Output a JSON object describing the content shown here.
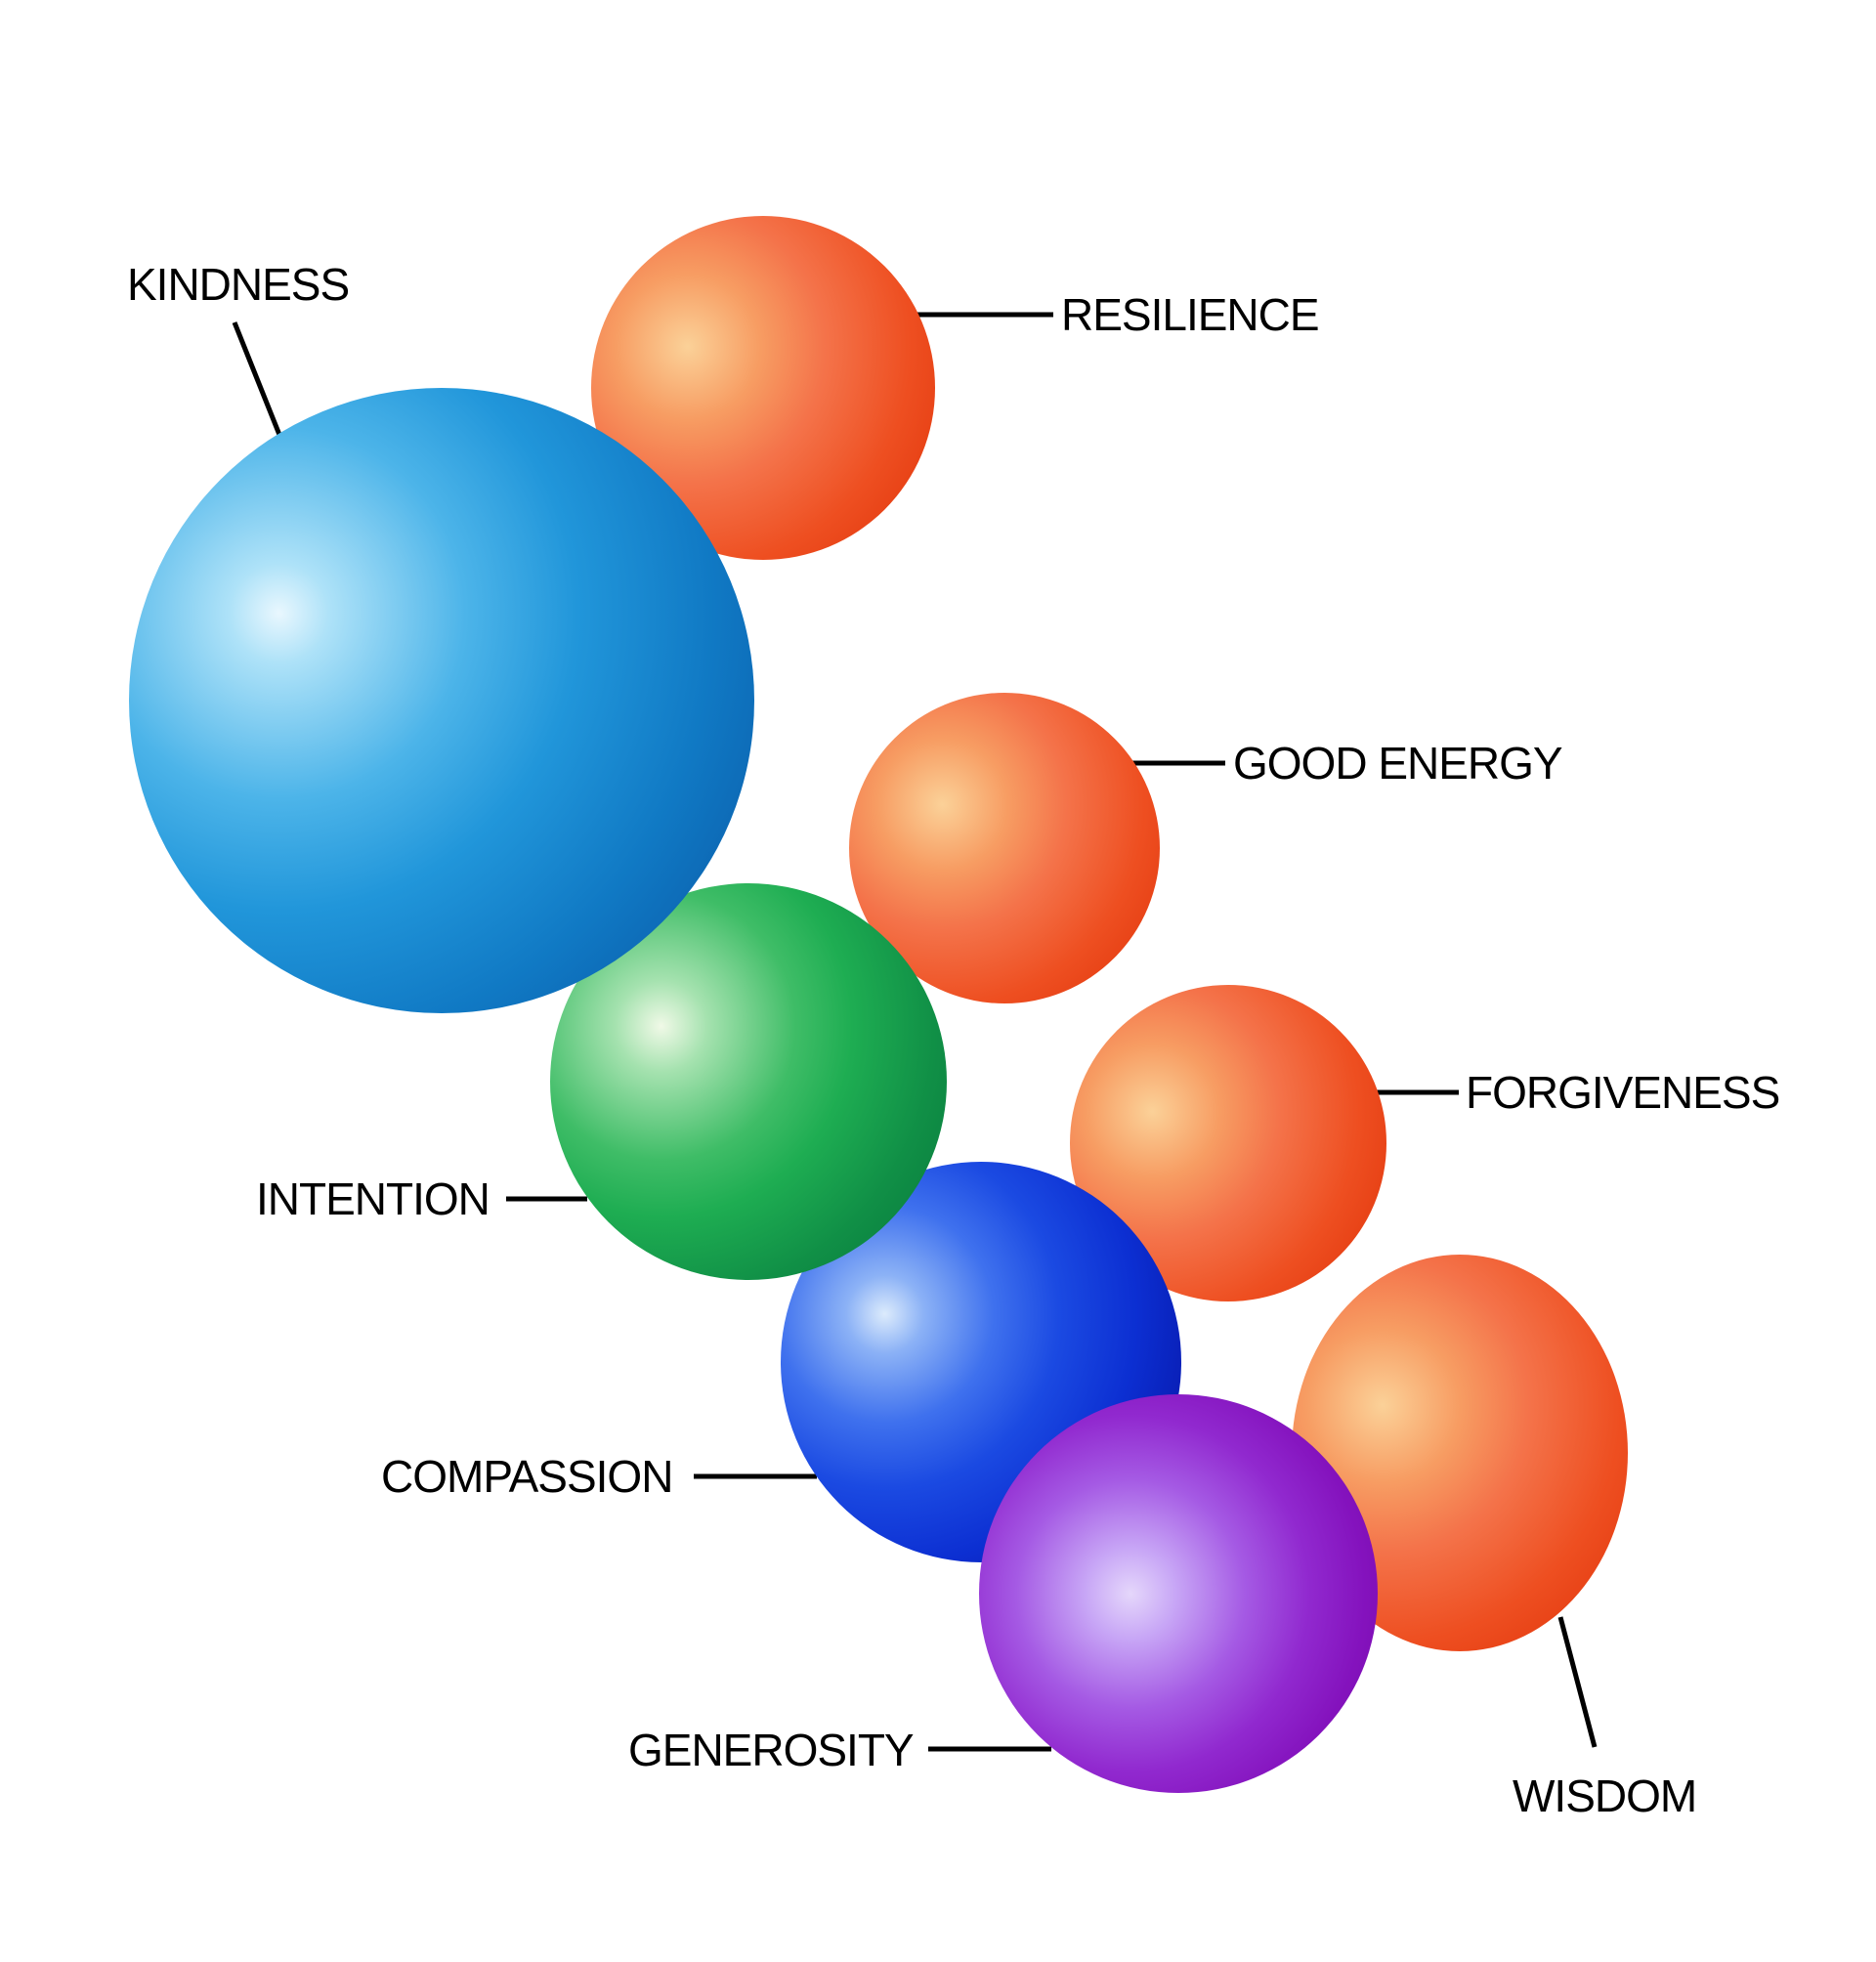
{
  "diagram": {
    "type": "bubble-concept-diagram",
    "background": "#ffffff",
    "connector_color": "#000000",
    "label_color": "#000000",
    "spheres": {
      "kindness": {
        "label": "KINDNESS",
        "color": "#1079c4",
        "relative_size": "largest"
      },
      "resilience": {
        "label": "RESILIENCE",
        "color": "#ee4f21",
        "relative_size": "medium"
      },
      "good_energy": {
        "label": "GOOD ENERGY",
        "color": "#ee4f21",
        "relative_size": "medium"
      },
      "forgiveness": {
        "label": "FORGIVENESS",
        "color": "#ee4f21",
        "relative_size": "medium"
      },
      "wisdom": {
        "label": "WISDOM",
        "color": "#ee4f21",
        "relative_size": "large"
      },
      "intention": {
        "label": "INTENTION",
        "color": "#1ead52",
        "relative_size": "large"
      },
      "compassion": {
        "label": "COMPASSION",
        "color": "#0c2fd2",
        "relative_size": "large"
      },
      "generosity": {
        "label": "GENEROSITY",
        "color": "#8412bd",
        "relative_size": "large"
      }
    }
  }
}
